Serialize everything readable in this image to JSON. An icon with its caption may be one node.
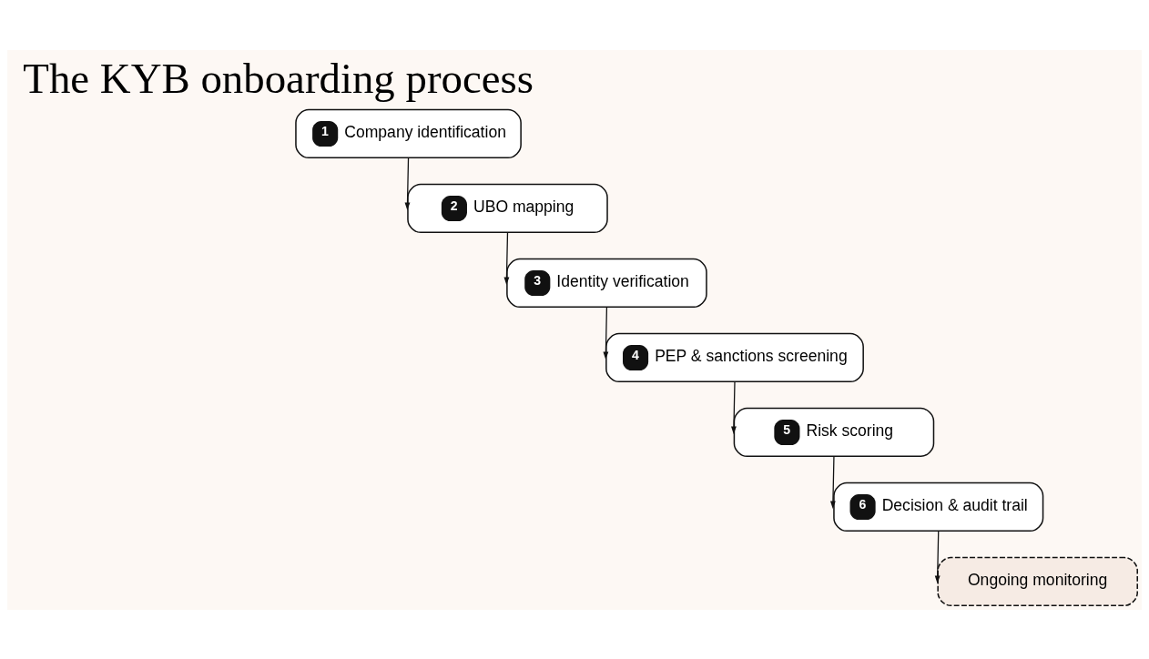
{
  "diagram": {
    "title": "The KYB onboarding process",
    "nodes": [
      {
        "text": [
          "1",
          "Company identification"
        ]
      },
      {
        "text": [
          "2",
          "UBO mapping"
        ]
      },
      {
        "text": [
          "3",
          "Identity verification"
        ]
      },
      {
        "text": [
          "4",
          "PEP & sanctions screening"
        ]
      },
      {
        "text": [
          "5",
          "Risk scoring"
        ]
      },
      {
        "text": [
          "6",
          "Decision & audit trail"
        ]
      },
      {
        "text": [
          "Ongoing monitoring"
        ]
      }
    ],
    "edges": [
      {
        "from": 0,
        "to": 1,
        "arrow": "to"
      },
      {
        "from": 1,
        "to": 2,
        "arrow": "to"
      },
      {
        "from": 2,
        "to": 3,
        "arrow": "to"
      },
      {
        "from": 3,
        "to": 4,
        "arrow": "to"
      },
      {
        "from": 4,
        "to": 5,
        "arrow": "to"
      },
      {
        "from": 5,
        "to": 6,
        "arrow": "to"
      }
    ]
  }
}
